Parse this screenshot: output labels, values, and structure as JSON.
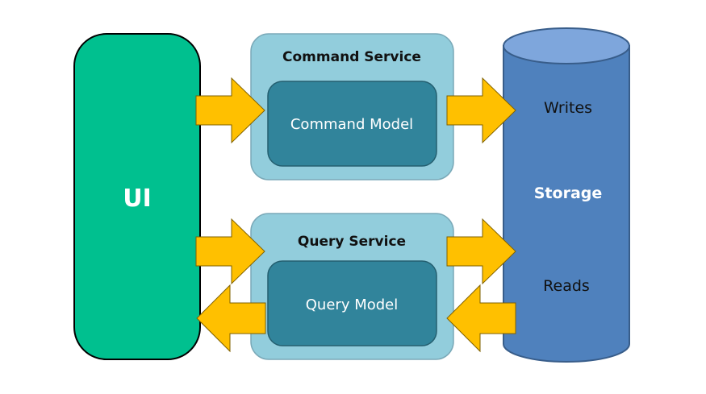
{
  "ui": {
    "label": "UI",
    "color": "#00c08f"
  },
  "command_service": {
    "title": "Command Service",
    "model_label": "Command Model"
  },
  "query_service": {
    "title": "Query Service",
    "model_label": "Query Model"
  },
  "storage": {
    "label": "Storage",
    "writes_label": "Writes",
    "reads_label": "Reads",
    "body_color": "#4f81bd",
    "top_color": "#7ea6dc"
  },
  "colors": {
    "service_box": "#92cddc",
    "model_box": "#31849b",
    "arrow": "#ffc000"
  },
  "arrows": [
    {
      "name": "arrow-ui-to-command",
      "direction": "right"
    },
    {
      "name": "arrow-command-to-storage",
      "direction": "right"
    },
    {
      "name": "arrow-ui-to-query",
      "direction": "right"
    },
    {
      "name": "arrow-query-to-storage",
      "direction": "right"
    },
    {
      "name": "arrow-query-to-ui",
      "direction": "left"
    },
    {
      "name": "arrow-storage-to-query",
      "direction": "left"
    }
  ]
}
